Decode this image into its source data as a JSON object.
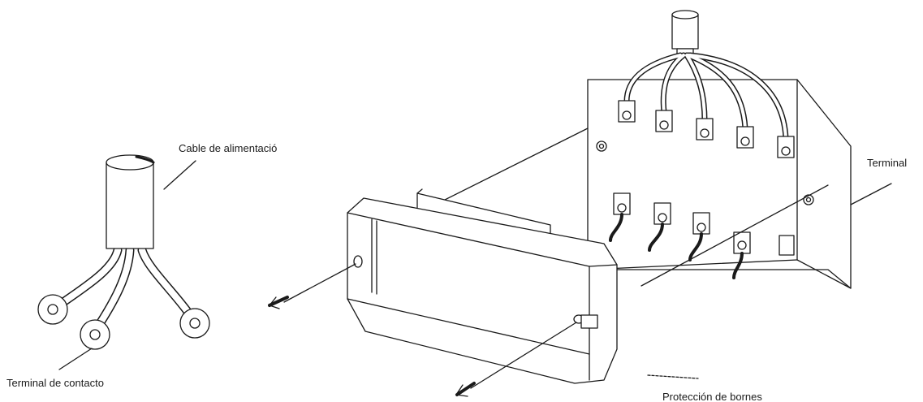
{
  "labels": {
    "power_cable": "Cable de alimentació",
    "contact_terminal": "Terminal de contacto",
    "terminal": "Terminal",
    "terminal_cover": "Protección de bornes"
  },
  "colors": {
    "line": "#1a1a1a",
    "fill": "#ffffff",
    "background": "#ffffff"
  }
}
